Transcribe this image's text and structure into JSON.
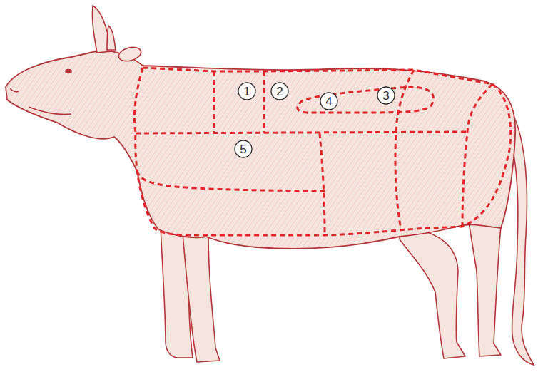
{
  "diagram": {
    "nodes": [
      {
        "text": [
          "1"
        ]
      },
      {
        "text": [
          "2"
        ]
      },
      {
        "text": [
          "4"
        ]
      },
      {
        "text": [
          "3"
        ]
      },
      {
        "text": [
          "5"
        ]
      }
    ]
  }
}
